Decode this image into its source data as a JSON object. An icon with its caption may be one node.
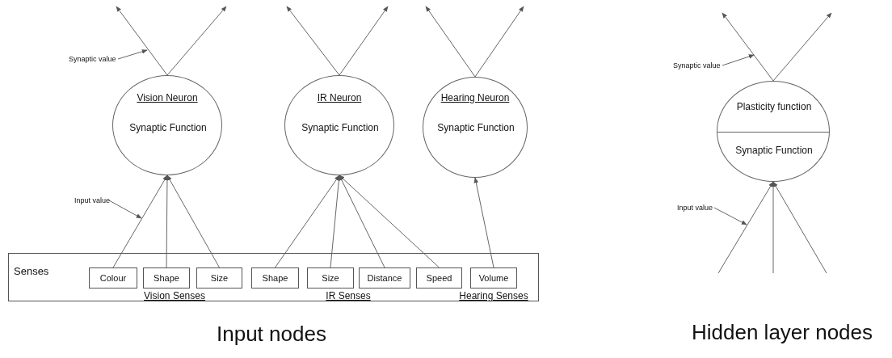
{
  "diagram": {
    "nodes": [
      {
        "text": [
          "Vision Neuron",
          "Synaptic Function"
        ]
      },
      {
        "text": [
          "IR Neuron",
          "Synaptic Function"
        ]
      },
      {
        "text": [
          "Hearing Neuron",
          "Synaptic Function"
        ]
      },
      {
        "text": [
          "Senses",
          "Vision Senses",
          "IR Senses",
          "Hearing Senses"
        ]
      },
      {
        "text": [
          "Colour"
        ],
        "in": 3
      },
      {
        "text": [
          "Shape"
        ],
        "in": 3
      },
      {
        "text": [
          "Size"
        ],
        "in": 3
      },
      {
        "text": [
          "Shape"
        ],
        "in": 3
      },
      {
        "text": [
          "Size"
        ],
        "in": 3
      },
      {
        "text": [
          "Distance"
        ],
        "in": 3
      },
      {
        "text": [
          "Speed"
        ],
        "in": 3
      },
      {
        "text": [
          "Volume"
        ],
        "in": 3
      },
      {
        "text": [
          "Plasticity function",
          "Synaptic Function"
        ]
      },
      {
        "text": [
          "Synaptic value"
        ]
      },
      {
        "text": [
          "Input value"
        ]
      },
      {
        "text": [
          "Synaptic value"
        ]
      },
      {
        "text": [
          "Input value"
        ]
      }
    ],
    "edges": [
      {
        "from": 0,
        "to": null,
        "arrow": "to"
      },
      {
        "from": 0,
        "to": null,
        "arrow": "to"
      },
      {
        "from": 1,
        "to": null,
        "arrow": "to"
      },
      {
        "from": 1,
        "to": null,
        "arrow": "to"
      },
      {
        "from": 2,
        "to": null,
        "arrow": "to"
      },
      {
        "from": 2,
        "to": null,
        "arrow": "to"
      },
      {
        "from": 12,
        "to": null,
        "arrow": "to"
      },
      {
        "from": 12,
        "to": null,
        "arrow": "to"
      },
      {
        "from": 4,
        "to": 0,
        "arrow": "to"
      },
      {
        "from": 5,
        "to": 0,
        "arrow": "to"
      },
      {
        "from": 6,
        "to": 0,
        "arrow": "to"
      },
      {
        "from": 7,
        "to": 1,
        "arrow": "to"
      },
      {
        "from": 8,
        "to": 1,
        "arrow": "to"
      },
      {
        "from": 9,
        "to": 1,
        "arrow": "to"
      },
      {
        "from": 10,
        "to": 1,
        "arrow": "to"
      },
      {
        "from": 11,
        "to": 2,
        "arrow": "to"
      },
      {
        "from": null,
        "to": 12,
        "arrow": "to"
      },
      {
        "from": null,
        "to": 12,
        "arrow": "to"
      },
      {
        "from": null,
        "to": 12,
        "arrow": "to"
      },
      {
        "from": 13,
        "to": null,
        "arrow": "to"
      },
      {
        "from": 14,
        "to": null,
        "arrow": "to"
      },
      {
        "from": 15,
        "to": null,
        "arrow": "to"
      },
      {
        "from": 16,
        "to": null,
        "arrow": "to"
      }
    ],
    "labels": [
      "Input nodes",
      "Hidden layer nodes"
    ]
  }
}
